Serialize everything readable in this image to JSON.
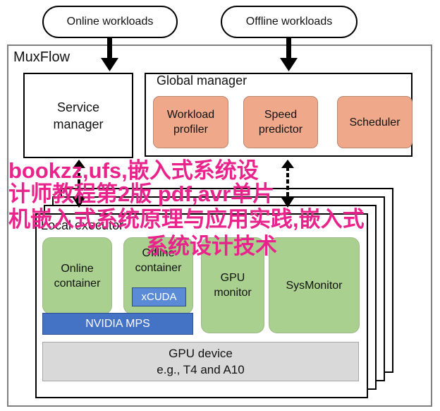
{
  "workloads": {
    "online": "Online workloads",
    "offline": "Offline workloads"
  },
  "muxflow": {
    "title": "MuxFlow"
  },
  "service_manager": {
    "label": "Service\nmanager"
  },
  "global_manager": {
    "title": "Global manager",
    "modules": [
      "Workload\nprofiler",
      "Speed\npredictor",
      "Scheduler"
    ]
  },
  "local_executor": {
    "title": "Local executor",
    "online_container": "Online\ncontainer",
    "offline_container": "Offline\ncontainer",
    "xcuda": "xCUDA",
    "nvidia_mps": "NVIDIA MPS",
    "gpu_monitor": "GPU\nmonitor",
    "sysmonitor": "SysMonitor",
    "gpu_device": "GPU device\ne.g., T4 and A10"
  },
  "overlay": {
    "line1": "bookzz,ufs,嵌入式系统设",
    "line2": "计师教程第2版 pdf,avr单片",
    "line3": "机嵌入式系统原理与应用实践,嵌入式",
    "line4": "系统设计技术"
  },
  "colors": {
    "module_orange": "#efa98a",
    "container_green": "#a9d08e",
    "mps_blue": "#4472c4",
    "xcuda_blue": "#5b8bd6",
    "gpu_gray": "#d9d9d9",
    "overlay_pink": "#e8248c"
  }
}
